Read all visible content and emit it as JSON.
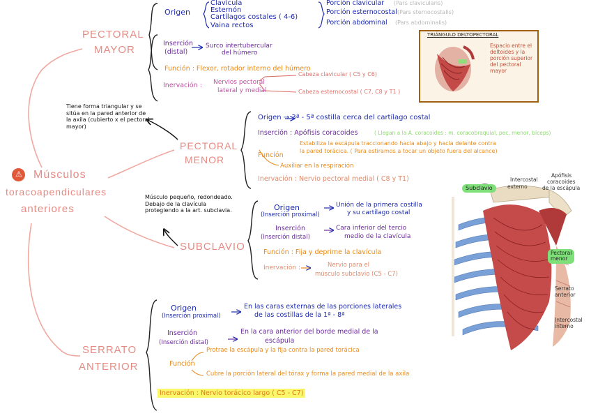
{
  "main_topic": {
    "title_line1": "Músculos",
    "title_line2": "toracoapendiculares",
    "title_line3": "anteriores"
  },
  "pectoral_mayor": {
    "title_line1": "PECTORAL",
    "title_line2": "MAYOR",
    "origen_label": "Origen",
    "origen_items": [
      "Clavícula",
      "Esternón",
      "Cartílagos costales ( 4-6)",
      "Vaina rectos"
    ],
    "porciones": [
      "Porción clavicular",
      "Porción esternocostal",
      "Porción abdominal"
    ],
    "porciones_notes": [
      "(Pars clavicularis)",
      "(Pars sternocostalis)",
      "(Pars abdominalis)"
    ],
    "insercion_label": "Inserción",
    "insercion_sub": "(distal)",
    "insercion_value": "Surco intertubercular",
    "insercion_value2": "del húmero",
    "funcion": "Función : Flexor, rotador interno del húmero",
    "inervacion_label": "Inervación :",
    "inervacion_value1": "Nervios pectoral",
    "inervacion_value2": "lateral y medial",
    "cabeza1": "Cabeza clavicular ( C5 y C6)",
    "cabeza2": "Cabeza esternocostal ( C7, C8 y T1 )"
  },
  "triangulo": {
    "title": "TRIÁNGULO DELTOPECTORAL",
    "note": "Espacio entre el deltoides y la porción superior del pectoral mayor"
  },
  "pectoral_menor": {
    "title_line1": "PECTORAL",
    "title_line2": "MENOR",
    "side_note": "Tiene forma triangular y se sitúa en la pared anterior de la axila (cubierto x el pectoral mayor)",
    "origen": "Origen → 3ª - 5ª costilla cerca del cartílago costal",
    "insercion": "Inserción : Apófisis coracoides",
    "insercion_note": "( Llegan a la A. coracoides : m. coracobraquial, pec. menor, bíceps)",
    "funcion_label": "Función",
    "funcion1": "Estabiliza la escápula traccionando hacia abajo y hacia delante contra",
    "funcion1b": "la pared torácica. ( Para estiramos a tocar un objeto fuera del alcance)",
    "funcion2": "Auxiliar en la respiración",
    "inervacion": "Inervación : Nervio pectoral medial ( C8 y T1)"
  },
  "subclavio": {
    "title": "SUBCLAVIO",
    "side_note": "Músculo pequeño, redondeado. Debajo de la clavícula protegiendo a la art. subclavia.",
    "origen_label": "Origen",
    "origen_sub": "(Inserción proximal)",
    "origen_value1": "Unión de la primera costilla",
    "origen_value2": "y su cartílago costal",
    "insercion_label": "Inserción",
    "insercion_sub": "(Inserción distal)",
    "insercion_value1": "Cara inferior del tercio",
    "insercion_value2": "medio de la clavícula",
    "funcion": "Función : Fija y deprime la clavícula",
    "inervacion_label": "Inervación :",
    "inervacion_value1": "Nervio para el",
    "inervacion_value2": "músculo subclavio (C5 - C7)"
  },
  "serrato": {
    "title_line1": "SERRATO",
    "title_line2": "ANTERIOR",
    "origen_label": "Origen",
    "origen_sub": "(Inserción proximal)",
    "origen_value1": "En las caras externas de las porciones laterales",
    "origen_value2": "de las costillas de la 1ª - 8ª",
    "insercion_label": "Inserción",
    "insercion_sub": "(Inserción distal)",
    "insercion_value1": "En la cara anterior del borde medial de la",
    "insercion_value2": "escápula",
    "funcion_label": "Función",
    "funcion1": "Protrae la escápula y la fija contra la pared torácica",
    "funcion2": "Cubre la porción lateral del tórax y forma la pared medial de la axila",
    "inervacion": "Inervación : Nervio torácico largo ( C5 - C7)"
  },
  "anatomy_labels": {
    "subclavio": "Subclavio",
    "intercostal_externo1": "Intercostal",
    "intercostal_externo2": "externo",
    "apofisis1": "Apófisis",
    "apofisis2": "coracoides",
    "apofisis3": "de la escápula",
    "pectoral_menor1": "Pectoral",
    "pectoral_menor2": "menor",
    "serrato1": "Serrato",
    "serrato2": "anterior",
    "intercostal_interno1": "Intercostal",
    "intercostal_interno2": "interno"
  },
  "colors": {
    "blue": "#1d2bb0",
    "purple": "#6a2a9c",
    "orange": "#e88a1a",
    "salmon": "#e58b84",
    "highlight_yellow": "#fbf76a",
    "highlight_green": "#7fe07a",
    "warning": "#e0503a"
  },
  "icons": {
    "warning": "warning-icon"
  }
}
